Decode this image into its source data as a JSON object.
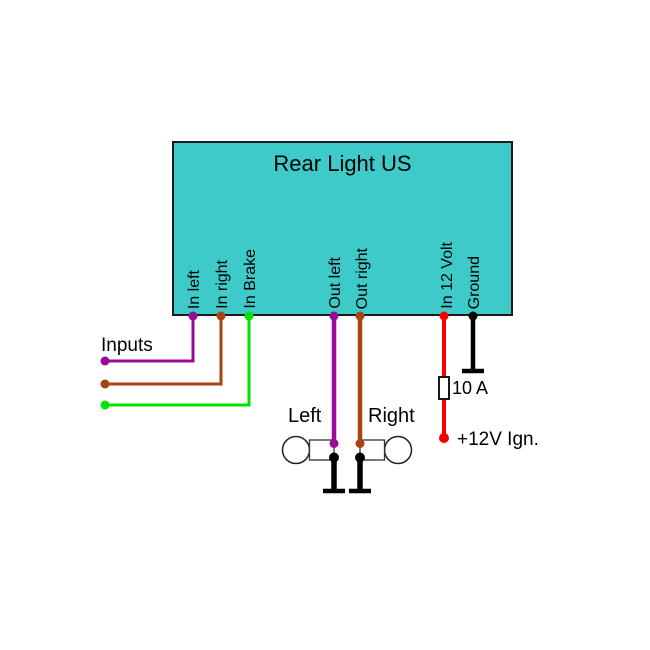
{
  "diagram": {
    "title": "Rear Light US",
    "pins": [
      {
        "id": "in-left",
        "label": "In left",
        "color": "#970B97"
      },
      {
        "id": "in-right",
        "label": "In right",
        "color": "#A84312"
      },
      {
        "id": "in-brake",
        "label": "In Brake",
        "color": "#00E400"
      },
      {
        "id": "out-left",
        "label": "Out left",
        "color": "#970B97"
      },
      {
        "id": "out-right",
        "label": "Out right",
        "color": "#A84312"
      },
      {
        "id": "in-12v",
        "label": "In 12 Volt",
        "color": "#F40000"
      },
      {
        "id": "ground",
        "label": "Ground",
        "color": "#000000"
      }
    ],
    "annotations": {
      "inputs": "Inputs",
      "bulb_left": "Left",
      "bulb_right": "Right",
      "fuse_rating": "10 A",
      "ignition": "+12V Ign."
    },
    "colors": {
      "module_fill": "#3DCAC9",
      "outline": "#1A1A1A",
      "purple": "#970B97",
      "brown": "#A84312",
      "green": "#00E400",
      "red": "#F40000",
      "black": "#000000",
      "bulb_fill": "#FFFFFF"
    }
  }
}
